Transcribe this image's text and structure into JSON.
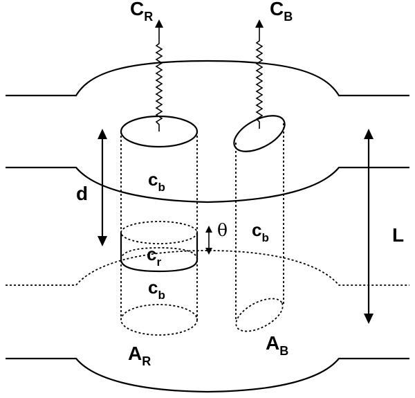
{
  "labels": {
    "cr_main": "C",
    "cr_sub": "R",
    "cb_main": "C",
    "cb_sub": "B",
    "d": "d",
    "l": "L",
    "theta": "θ",
    "lower_cb1_main": "c",
    "lower_cb1_sub": "b",
    "lower_cb2_main": "c",
    "lower_cb2_sub": "b",
    "lower_cb3_main": "c",
    "lower_cb3_sub": "b",
    "lower_cr_main": "c",
    "lower_cr_sub": "r",
    "ar_main": "A",
    "ar_sub": "R",
    "ab_main": "A",
    "ab_sub": "B"
  },
  "colors": {
    "line": "#000000",
    "background": "#ffffff"
  }
}
